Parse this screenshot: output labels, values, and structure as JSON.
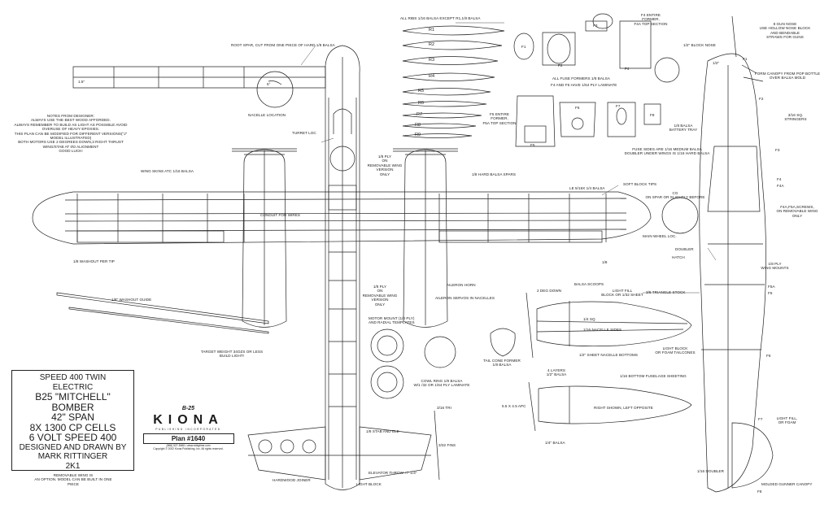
{
  "title_block": {
    "line1": "SPEED 400 TWIN",
    "line2": "ELECTRIC",
    "line3": "B25 \"MITCHELL\"",
    "line4": "BOMBER",
    "line5": "42\" SPAN",
    "line6": "8X 1300 CP CELLS",
    "line7": "6 VOLT SPEED 400",
    "line8": "DESIGNED AND DRAWN BY",
    "line9": "MARK RITTINGER",
    "line10": "2K1"
  },
  "logo": {
    "model": "B-25",
    "brand": "KIONA",
    "tagline": "PUBLISHING INCORPORATED",
    "plan_number": "Plan #1640",
    "phone": "(866) 527-5466 • www.rcbigtime.com",
    "copyright": "Copyright © 2002 Kiona Publishing, Inc. All rights reserved."
  },
  "notes": {
    "heading": "NOTES FROM DESIGNER:",
    "l1": "ALWAYS USE THE BEST WOOD AFFORDED.",
    "l2": "ALWAYS REMEMBER TO BUILD AS LIGHT AS POSSIBLE AVOID",
    "l3": "OVERUSE OF HEAVY EPOXIES.",
    "l4": "THIS PLAN CAN BE MODIFIED FOR DIFFERENT VERSIONS(\"J\"",
    "l5": "MODEL ILLUSTRATED)",
    "l6": "BOTH MOTORS USE 2 DEGREES DOWN,3 RIGHT THRUST",
    "l7": "WING/STAB AT 0\\0 ALIGNMENT",
    "l8": "GOOD LUCK!"
  },
  "labels": {
    "all_ribs": "ALL RIBS 1/16 BALSA EXCEPT R1,1/8 BALSA",
    "root_spar": "ROOT SPAR, CUT FROM ONE PIECE OF HARD 1/8 BALSA",
    "dim_15": "1.5\"",
    "dim_6deg": "6°",
    "nacelle_location": "NACELLE LOCATION",
    "turret_loc": "TURRET LOC",
    "ply_top_a": "1/8 PLY",
    "ply_top_b": "ON",
    "ply_top_c": "REMOVABLE WING",
    "ply_top_d": "VERSION",
    "ply_top_e": "ONLY",
    "hard_spars": "1/8 HARD BALSA SPARS",
    "wing_skin": "WING SKINS ATC 1/16 BALSA",
    "le": "LE 5/16x 1/4 BALSA",
    "soft_block": "SOFT BLOCK TIPS",
    "cg_a": "CG",
    "cg_b": "ON SPAR OR SLIGHTLY BEFORE",
    "conduit": "CONDUIT FOR WIRES",
    "main_wheel": "MAIN WHEEL LOC.",
    "washout_tip": "1/8 WASHOUT PER TIP",
    "washout_guide": "1/8\" WASHOUT GUIDE",
    "ply_bot_a": "1/8 PLY",
    "ply_bot_b": "ON",
    "ply_bot_c": "REMOVABLE WING",
    "ply_bot_d": "VERSION",
    "ply_bot_e": "ONLY",
    "aileron_horn": "AILERON HORN",
    "aileron_servos": "AILERON SERVOS IN NACELLES",
    "eighth": "1/8",
    "target_a": "TARGET WEIGHT 34OZS OR LESS",
    "target_b": "BUILD LIGHT!",
    "motor_mount_a": "MOTOR MOUNT (1/8 PLY)",
    "motor_mount_b": "AND RADIAL TEMPLATES",
    "cowl_a": "COWL RING 1/8 BALSA",
    "cowl_b": "W/1 /32 OR 1/64 PLY LAMINATE",
    "tail_cone_a": "TAIL CONE FORMER",
    "tail_cone_b": "1/8 BALSA",
    "tri": "3/16 TRI",
    "stab_ele": "1/8 STAB AND ELE",
    "fins": "3/32 FINS",
    "elevator_throw": "ELEVATOR THROW  +/- 1/4\"",
    "hardwood_joiner": "HARDWOOD JOINER",
    "light_block_bot": "LIGHT BLOCK",
    "removable_a": "REMOVABLE WING IS",
    "removable_b": "AN OPTION.  MODEL CAN BE BUILT IN ONE",
    "removable_c": "PIECE",
    "all_fuse": "ALL FUSE FORMERS 1/8 BALSA",
    "f4f5": "F4 AND F5 HAVE 1/64 PLY LAMINATE",
    "f4_entire_a": "F4 ENTIRE",
    "f4_entire_b": "FORMER,",
    "f4_entire_c": "F4A TOP SECTION",
    "f5_entire_a": "F5 ENTIRE",
    "f5_entire_b": "FORMER,",
    "f5_entire_c": "F5A TOP SECTION",
    "block_nose": "1/2\" BLOCK NOSE",
    "gun_nose_a": "8 GUN NOSE",
    "gun_nose_b": "USE HOLLOW NOSE BLOCK",
    "gun_nose_c": "AND BENDABLE",
    "gun_nose_d": "STRAWS FOR GUNS",
    "canopy_a": "FORM CANOPY FROM POP BOTTLE",
    "canopy_b": "OVER BALSA MOLD",
    "stringers_a": "3/16 SQ.",
    "stringers_b": "STRINGERS",
    "battery_a": "1/8 BALSA",
    "battery_b": "BATTERY TRAY",
    "fuse_sides_a": "FUSE SIDES ARE 1/16 MEDIUM BALSA",
    "fuse_sides_b": "DOUBLER UNDER WINGS IS 1/16 HARD BALSA",
    "screws_a": "F4A,F5A,SCREWS,",
    "screws_b": "ON REMOVABLE WING",
    "screws_c": "ONLY",
    "doubler": "DOUBLER",
    "hatch": "HATCH",
    "wing_mounts_a": "1/8 PLY",
    "wing_mounts_b": "WING MOUNTS",
    "triangle_stock": "3/8 TRIANGLE STOCK",
    "balsa_scoops": "BALSA SCOOPS",
    "deg_down": "2 DEG DOWN",
    "light_fill_a": "LIGHT FILL",
    "light_fill_b": "BLOCK OR 1/32 SHEET",
    "quarter_sq": "1/4 SQ",
    "nacelle_sides": "1/16 NACELLE SIDES",
    "sheet_bottoms": "1/2\" SHEET NACELLE BOTTOMS",
    "light_block_a": "LIGHT BLOCK",
    "light_block_b": "OR FOAM TAILCONES",
    "four_layers_a": "4 LAYERS",
    "four_layers_b": "1/2\" BALSA",
    "bottom_sheeting": "1/16 BOTTOM FUSELAGE SHEETING",
    "apc": "5.5 X 4.5 APC",
    "right_shown": "RIGHT SHOWN, LEFT OPPOSITE",
    "quarter_balsa": "1/4\" BALSA",
    "light_fill2_a": "LIGHT FILL,",
    "light_fill2_b": "OR FOAM",
    "doubler_16": "1/16 DOUBLER",
    "gunner_canopy": "MOLDED GUNNER CANOPY",
    "f1": "F1",
    "f2": "F2",
    "f3": "F3",
    "f4": "F4",
    "f4a": "F4A",
    "f5a": "F5A",
    "f5": "F5",
    "f6": "F6",
    "f7": "F7",
    "f8": "F8",
    "p_f1": "F1",
    "p_f2": "F2",
    "p_f3": "F3",
    "p_f4": "F4",
    "p_f5": "F5",
    "p_f6": "F6",
    "p_f7": "F7",
    "p_f8": "F8",
    "dim_12": "1/2\""
  },
  "ribs": [
    "R1",
    "R2",
    "R3",
    "R4",
    "R5",
    "R6",
    "R7",
    "R8",
    "R9"
  ],
  "colors": {
    "ink": "#1a1a1a",
    "paper": "#ffffff"
  }
}
